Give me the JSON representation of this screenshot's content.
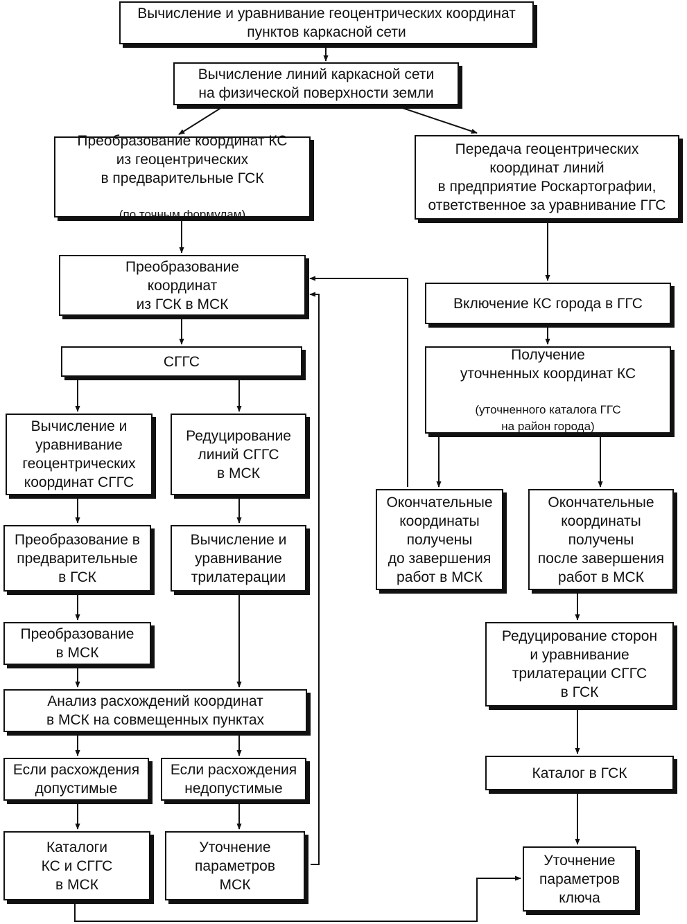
{
  "colors": {
    "ink": "#111111",
    "background": "#ffffff"
  },
  "nodes": {
    "top": "Вычисление и уравнивание геоцентрических координат\nпунктов каркасной сети",
    "lines": "Вычисление линий каркасной сети\nна физической поверхности земли",
    "transform_ks": "Преобразование координат КС\nиз геоцентрических\nв предварительные ГСК",
    "transform_ks_note": "(по точным формулам)",
    "transfer": "Передача геоцентрических\nкоординат линий\nв предприятие Роскартографии,\nответственное за уравнивание ГГС",
    "gsk_to_msk": "Преобразование\nкоординат\nиз ГСК в МСК",
    "include_ks": "Включение КС города в ГГС",
    "sggs": "СГГС",
    "refined": "Получение\nуточненных координат КС",
    "refined_note": "(уточненного каталога ГГС\nна район города)",
    "calc_geo_sggs": "Вычисление и\nуравнивание\nгеоцентрических\nкоординат СГГС",
    "reduce_lines": "Редуцирование\nлиний СГГС\nв МСК",
    "final_before": "Окончательные\nкоординаты\nполучены\nдо завершения\nработ в МСК",
    "final_after": "Окончательные\nкоординаты\nполучены\nпосле завершения\nработ в МСК",
    "prelim_gsk": "Преобразование в\nпредварительные\nв ГСК",
    "trilat": "Вычисление и\nуравнивание\nтрилатерации",
    "to_msk": "Преобразование\nв МСК",
    "reduce_sides": "Редуцирование сторон\nи уравнивание\nтрилатерации СГГС\nв ГСК",
    "analysis": "Анализ расхождений координат\nв МСК на совмещенных пунктах",
    "acceptable": "Если расхождения\nдопустимые",
    "unacceptable": "Если расхождения\nнедопустимые",
    "catalog_gsk": "Каталог в ГСК",
    "catalogs_msk": "Каталоги\nКС и СГГС\nв МСК",
    "refine_msk": "Уточнение\nпараметров\nМСК",
    "refine_key": "Уточнение\nпараметров\nключа"
  }
}
